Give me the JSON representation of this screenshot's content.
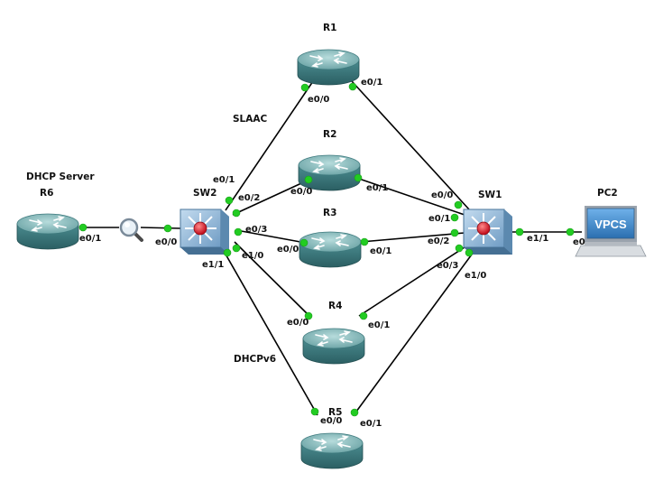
{
  "nodes": {
    "r1": {
      "name": "R1",
      "kind": "router"
    },
    "r2": {
      "name": "R2",
      "kind": "router"
    },
    "r3": {
      "name": "R3",
      "kind": "router"
    },
    "r4": {
      "name": "R4",
      "kind": "router"
    },
    "r5": {
      "name": "R5",
      "kind": "router"
    },
    "r6": {
      "name": "R6",
      "kind": "router"
    },
    "sw1": {
      "name": "SW1",
      "kind": "switch"
    },
    "sw2": {
      "name": "SW2",
      "kind": "switch"
    },
    "pc2": {
      "name": "PC2",
      "kind": "vpcs",
      "badge": "VPCS"
    },
    "capture": {
      "kind": "packet-capture",
      "icon": "magnifier-icon"
    }
  },
  "annotations": {
    "dhcp_server": "DHCP Server",
    "slaac": "SLAAC",
    "dhcpv6": "DHCPv6"
  },
  "ports": {
    "r6_e01": "e0/1",
    "sw2_e00": "e0/0",
    "sw2_e01": "e0/1",
    "sw2_e02": "e0/2",
    "sw2_e03": "e0/3",
    "sw2_e10": "e1/0",
    "sw2_e11": "e1/1",
    "r1_e00": "e0/0",
    "r1_e01": "e0/1",
    "r2_e00": "e0/0",
    "r2_e01": "e0/1",
    "r3_e00": "e0/0",
    "r3_e01": "e0/1",
    "r4_e00": "e0/0",
    "r4_e01": "e0/1",
    "r5_e00": "e0/0",
    "r5_e01": "e0/1",
    "sw1_e00": "e0/0",
    "sw1_e01": "e0/1",
    "sw1_e02": "e0/2",
    "sw1_e03": "e0/3",
    "sw1_e10": "e1/0",
    "sw1_e11": "e1/1",
    "pc2_e0": "e0"
  },
  "colors": {
    "link": "#000000",
    "port_up": "#22cc22",
    "router_top": "#9fc9c9",
    "router_body": "#3f7f84",
    "switch_face": "#8fb6d6",
    "switch_core": "#e0243a",
    "vpcs_screen": "#3b86c9"
  }
}
